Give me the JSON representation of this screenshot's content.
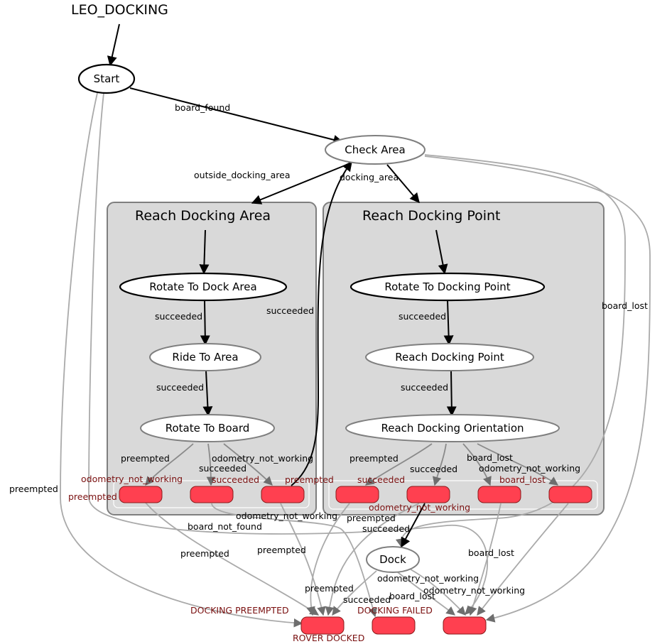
{
  "title": "LEO_DOCKING",
  "clusters": {
    "area": "Reach Docking Area",
    "point": "Reach Docking Point"
  },
  "states": {
    "start": "Start",
    "check_area": "Check Area",
    "rotate_dock_area": "Rotate To Dock Area",
    "ride_to_area": "Ride To Area",
    "rotate_to_board": "Rotate To Board",
    "rotate_docking_point": "Rotate To Docking Point",
    "reach_docking_point": "Reach Docking Point",
    "reach_docking_orientation": "Reach Docking Orientation",
    "dock": "Dock"
  },
  "outcomes": {
    "area_odom": "odometry_not_working",
    "area_preempted_side": "preempted",
    "area_succeeded": "succeeded",
    "area_preempted": "preempted",
    "point_succeeded": "succeeded",
    "point_odom": "odometry_not_working",
    "point_board_lost": "board_lost",
    "docking_preempted": "DOCKING PREEMPTED",
    "docking_failed": "DOCKING FAILED",
    "rover_docked": "ROVER DOCKED"
  },
  "edge_labels": {
    "board_found": "board_found",
    "outside_docking_area": "outside_docking_area",
    "docking_area": "docking_area",
    "board_lost_right": "board_lost",
    "preempted_left": "preempted",
    "area_succ1": "succeeded",
    "area_succ2": "succeeded",
    "area_succ_back": "succeeded",
    "area_preempted": "preempted",
    "area_odom": "odometry_not_working",
    "area_succeeded": "succeeded",
    "point_succ1": "succeeded",
    "point_succ2": "succeeded",
    "point_preempted": "preempted",
    "point_succeeded": "succeeded",
    "point_board_lost": "board_lost",
    "point_odom": "odometry_not_working",
    "mid_odom": "odometry_not_working",
    "board_not_found": "board_not_found",
    "mid_preempted": "preempted",
    "dock_in_succeeded": "succeeded",
    "preempted_a": "preempted",
    "preempted_b": "preempted",
    "board_lost_low": "board_lost",
    "dock_preempted": "preempted",
    "dock_succeeded": "succeeded",
    "dock_board_lost": "board_lost",
    "dock_odom1": "odometry_not_working",
    "dock_odom2": "odometry_not_working"
  },
  "colors": {
    "cluster_fill": "#d9d9d9",
    "outcome_fill": "#ff4050",
    "outcome_text": "#7a1010"
  }
}
